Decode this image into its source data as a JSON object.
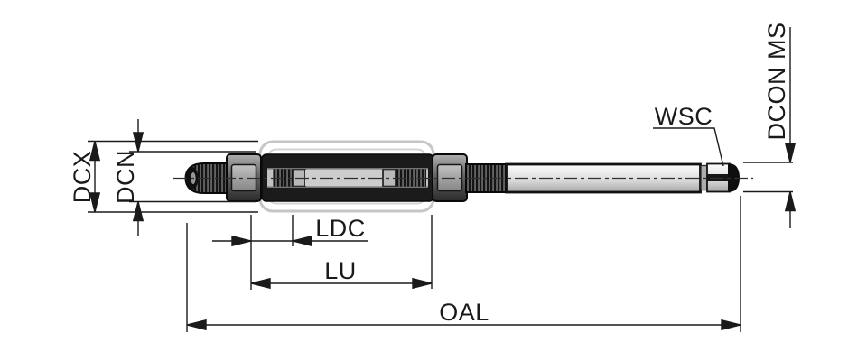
{
  "labels": {
    "dcx": "DCX",
    "dcn": "DCN",
    "ldc": "LDC",
    "lu": "LU",
    "oal": "OAL",
    "wsc": "WSC",
    "dcon_ms": "DCON MS"
  },
  "colors": {
    "dimension_line": "#1a1a1a",
    "ghost_outline": "#c6c6c6",
    "metal_dark": "#141414",
    "metal_light": "#e9e9e9",
    "background": "#ffffff"
  }
}
